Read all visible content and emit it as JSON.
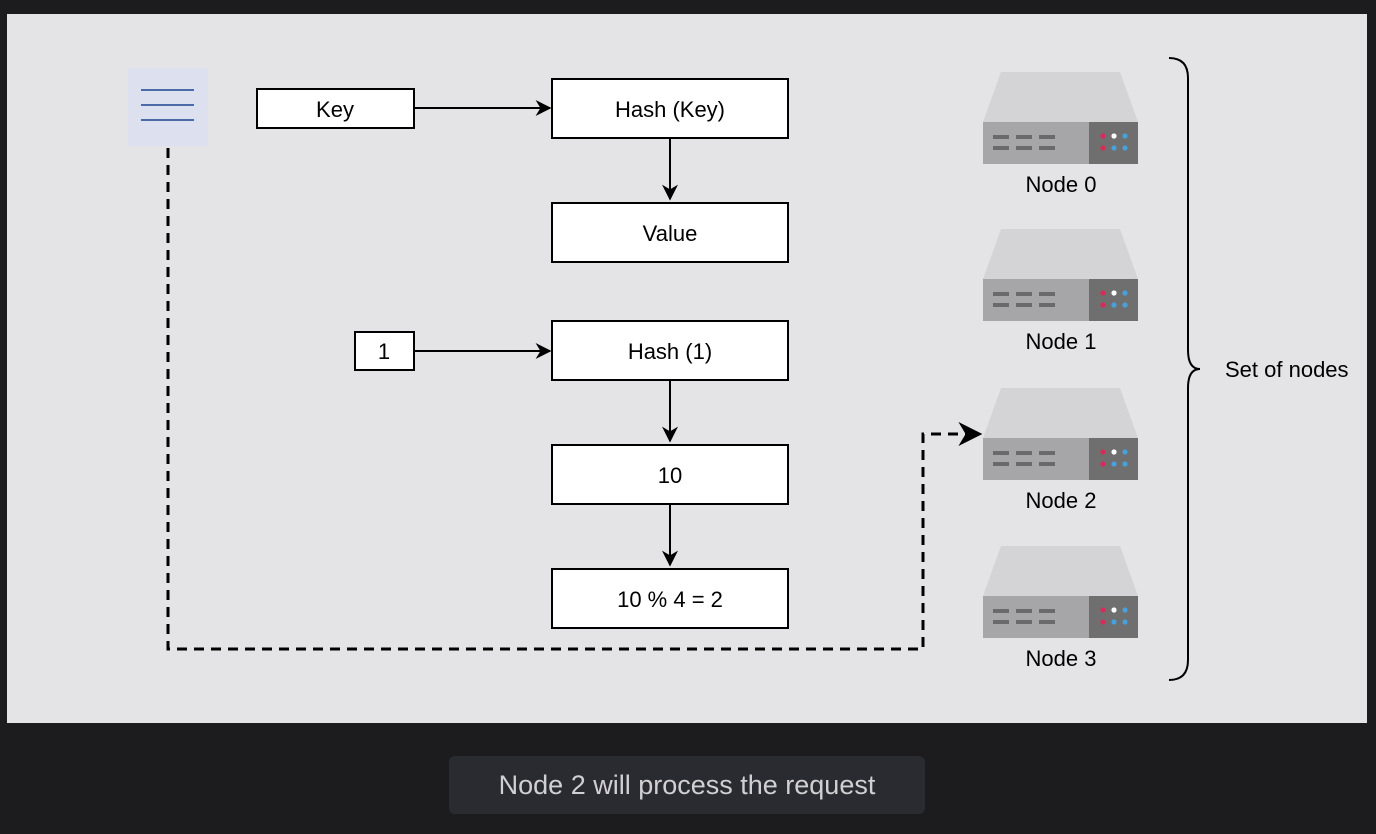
{
  "diagram": {
    "key_label": "Key",
    "hash_key_label": "Hash (Key)",
    "value_label": "Value",
    "input_label": "1",
    "hash_input_label": "Hash (1)",
    "hash_result_label": "10",
    "modulo_label": "10 % 4 = 2",
    "nodes": [
      {
        "label": "Node 0"
      },
      {
        "label": "Node 1"
      },
      {
        "label": "Node 2"
      },
      {
        "label": "Node 3"
      }
    ],
    "group_label": "Set of nodes"
  },
  "caption": "Node 2 will process the request",
  "colors": {
    "background": "#1c1c1e",
    "canvas": "#e4e4e7",
    "request_icon_bg": "#dde1ef",
    "request_icon_lines": "#4a6aa8",
    "server_top": "#d4d4d6",
    "server_front": "#a6a6a8",
    "server_panel": "#6f6f70",
    "led_red": "#d92b5a",
    "led_white": "#ffffff",
    "led_blue": "#4aa0d8",
    "caption_bg": "#2a2b30",
    "caption_text": "#d0d0d4"
  }
}
